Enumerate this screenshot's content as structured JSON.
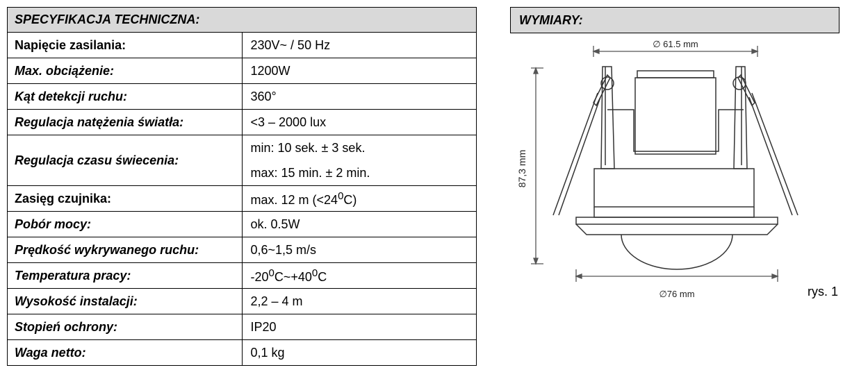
{
  "spec": {
    "title": "SPECYFIKACJA TECHNICZNA:",
    "rows": [
      {
        "label": "Napięcie zasilania:",
        "value": "230V~ / 50 Hz"
      },
      {
        "label": "Max. obciążenie:",
        "value": "1200W"
      },
      {
        "label": "Kąt detekcji ruchu:",
        "value": "360°"
      },
      {
        "label": "Regulacja natężenia światła:",
        "value": "<3 – 2000 lux"
      },
      {
        "label": "Regulacja czasu świecenia:",
        "value_lines": [
          "min: 10 sek. ± 3 sek.",
          "max: 15 min. ± 2 min."
        ]
      },
      {
        "label": "Zasięg czujnika:",
        "value_pre": "max. 12 m (<24",
        "value_sup": "0",
        "value_post": "C)"
      },
      {
        "label": "Pobór mocy:",
        "value": "ok. 0.5W"
      },
      {
        "label": "Prędkość wykrywanego ruchu:",
        "value": "0,6~1,5 m/s"
      },
      {
        "label": "Temperatura pracy:",
        "value_pre": "-20",
        "value_sup": "0",
        "value_mid": "C~+40",
        "value_sup2": "0",
        "value_post": "C"
      },
      {
        "label": "Wysokość instalacji:",
        "value": "2,2 – 4 m"
      },
      {
        "label": "Stopień ochrony:",
        "value": "IP20"
      },
      {
        "label": "Waga netto:",
        "value": "0,1 kg"
      }
    ]
  },
  "dimensions": {
    "title": "WYMIARY:",
    "top_diameter": "∅ 61.5 mm",
    "height": "87,3 mm",
    "bottom_diameter": "∅76 mm",
    "figure_label": "rys. 1"
  }
}
